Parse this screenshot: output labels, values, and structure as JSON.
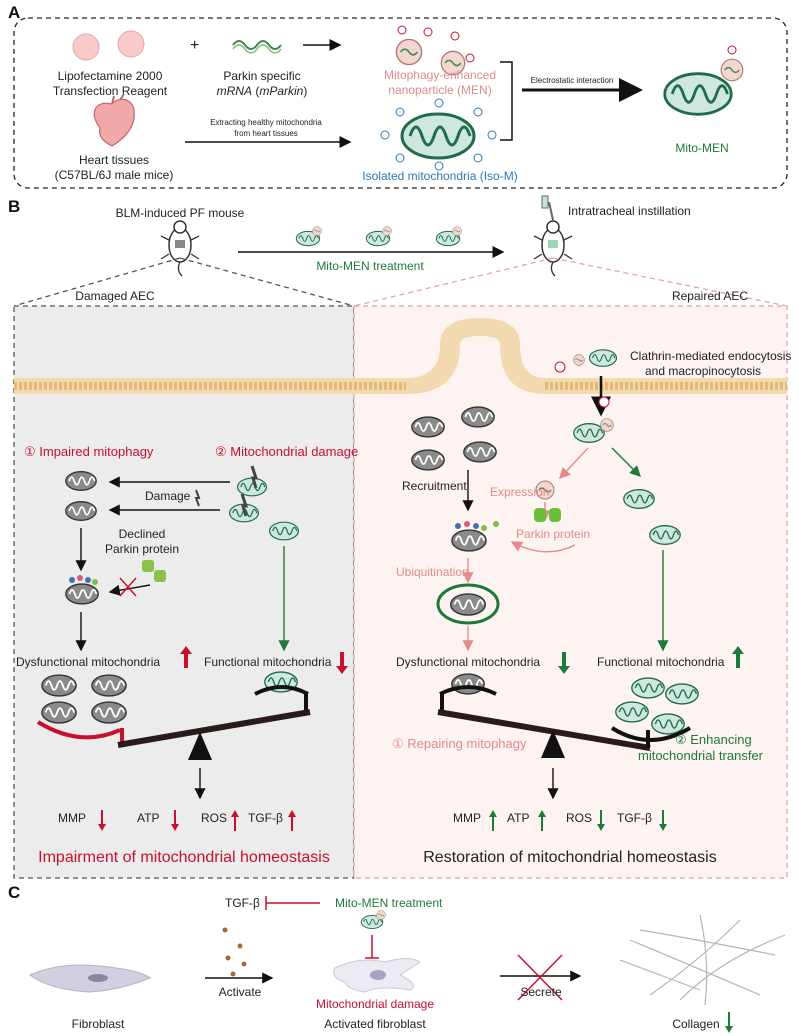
{
  "panel_a": {
    "label": "A",
    "lipo_line1": "Lipofectamine 2000",
    "lipo_line2": "Transfection Reagent",
    "plus": "+",
    "parkin_line1": "Parkin specific",
    "parkin_line2_a": "mRNA",
    "parkin_line2_b": " (",
    "parkin_line2_c": "mParkin",
    "parkin_line2_d": ")",
    "men_line1": "Mitophagy-enhanced",
    "men_line2": "nanoparticle (MEN)",
    "heart_line1": "Heart tissues",
    "heart_line2": "(C57BL/6J male mice)",
    "extract_line1": "Extracting healthy mitochondria",
    "extract_line2": "from heart tissues",
    "isom": "Isolated mitochondria (Iso-M)",
    "electro": "Electrostatic interaction",
    "mitomen": "Mito-MEN"
  },
  "panel_b": {
    "label": "B",
    "blm": "BLM-induced PF mouse",
    "intratracheal": "Intratracheal instillation",
    "treatment": "Mito-MEN treatment",
    "damaged_aec": "Damaged AEC",
    "repaired_aec": "Repaired AEC",
    "left": {
      "impaired": "① Impaired mitophagy",
      "mito_damage": "② Mitochondrial damage",
      "damage": "Damage",
      "declined1": "Declined",
      "declined2": "Parkin protein",
      "dysfunctional": "Dysfunctional mitochondria",
      "functional": "Functional mitochondria",
      "mmp": "MMP",
      "atp": "ATP",
      "ros": "ROS",
      "tgf": "TGF-β",
      "footer": "Impairment of mitochondrial homeostasis"
    },
    "right": {
      "clathrin1": "Clathrin-mediated endocytosis",
      "clathrin2": "and macropinocytosis",
      "recruitment": "Recruitment",
      "expression": "Expression",
      "parkin": "Parkin protein",
      "ubiquitination": "Ubiquitination",
      "dysfunctional": "Dysfunctional mitochondria",
      "functional": "Functional mitochondria",
      "repairing": "① Repairing mitophagy",
      "enhancing1": "② Enhancing",
      "enhancing2": "mitochondrial transfer",
      "mmp": "MMP",
      "atp": "ATP",
      "ros": "ROS",
      "tgf": "TGF-β",
      "footer": "Restoration of mitochondrial homeostasis"
    }
  },
  "panel_c": {
    "label": "C",
    "tgf": "TGF-β",
    "treatment": "Mito-MEN treatment",
    "activate": "Activate",
    "mito_damage": "Mitochondrial damage",
    "secrete": "Secrete",
    "fibroblast": "Fibroblast",
    "activated": "Activated fibroblast",
    "collagen": "Collagen"
  },
  "colors": {
    "red": "#c8102e",
    "green": "#1f7a3a",
    "pink": "#e58a8a",
    "blue": "#2b7ab8",
    "mito_green": "#cfe8df",
    "mito_gray": "#8a8a8a"
  }
}
